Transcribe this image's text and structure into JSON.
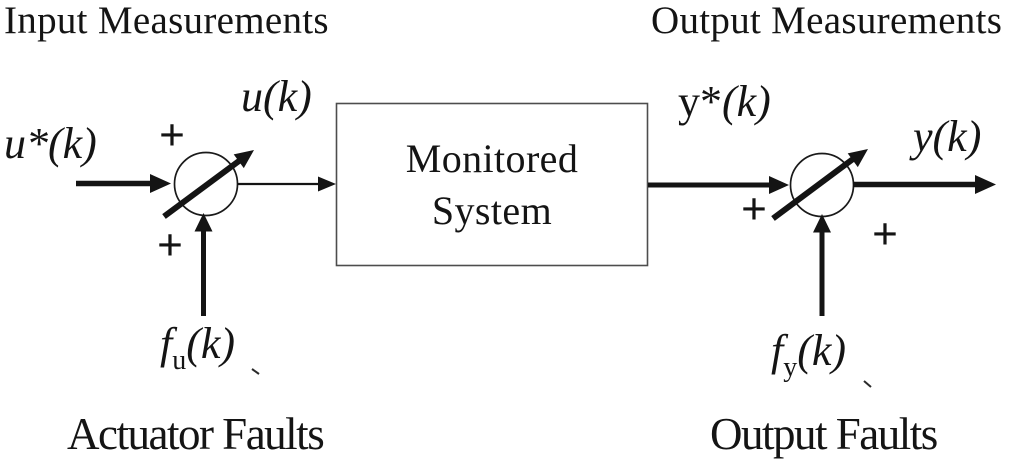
{
  "figure": {
    "headers": {
      "input": "Input Measurements",
      "output": "Output Measurements"
    },
    "block": {
      "line1": "Monitored",
      "line2": "System"
    },
    "signals": {
      "u_star": "u*(k)",
      "u": "u(k)",
      "y_star_base": "y*",
      "y_star_args": "(k)",
      "y": "y(k)"
    },
    "faults": {
      "fu_base": "f",
      "fu_sub": "u",
      "fu_args": "(k)",
      "fy_base": "f",
      "fy_sub": "y",
      "fy_args": "(k)",
      "actuator_caption": "Actuator Faults",
      "output_caption": "Output Faults"
    },
    "operators": {
      "plus": "+"
    },
    "colors": {
      "ink": "#141414",
      "box_border": "#4d4d4d",
      "background": "#ffffff"
    }
  }
}
